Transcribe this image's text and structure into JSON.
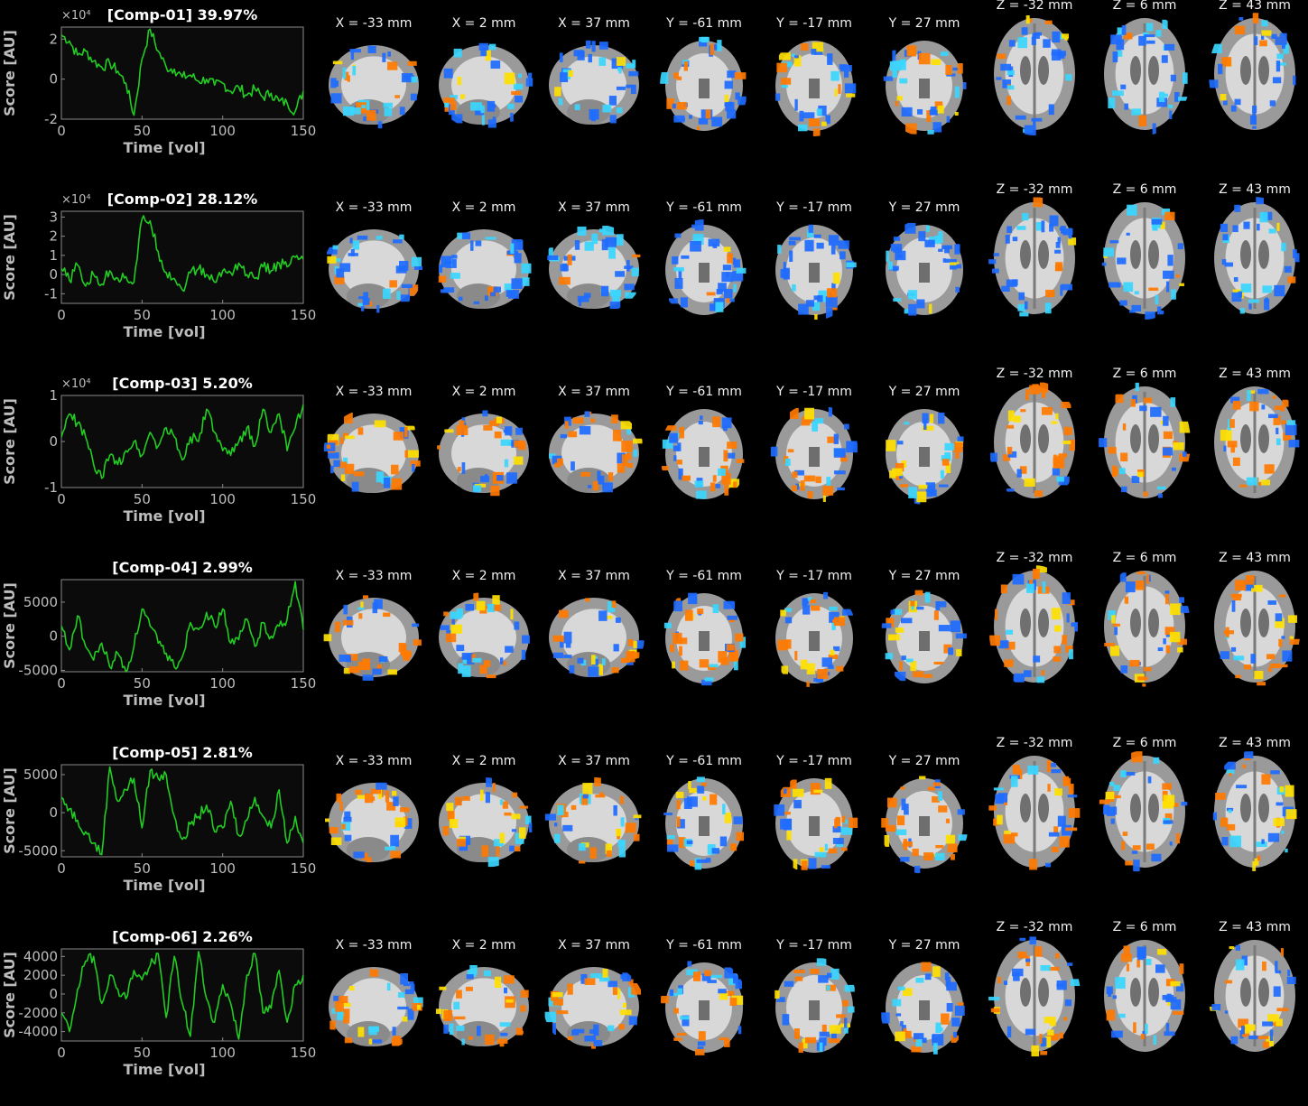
{
  "axis": {
    "xlabel": "Time [vol]",
    "ylabel": "Score [AU]",
    "xticks": [
      "0",
      "50",
      "100",
      "150"
    ],
    "xlim": [
      0,
      150
    ]
  },
  "slice_labels": [
    "X = -33 mm",
    "X = 2 mm",
    "X = 37 mm",
    "Y = -61 mm",
    "Y = -17 mm",
    "Y = 27 mm",
    "Z = -32 mm",
    "Z = 6 mm",
    "Z = 43 mm"
  ],
  "colors": {
    "line": "#22cc22",
    "positive": "#ff7a00",
    "positive_peak": "#ffe000",
    "negative": "#1e6bff",
    "negative_peak": "#3ad6ff",
    "plot_bg": "#0b0b0b"
  },
  "chart_data": [
    {
      "type": "line",
      "title": "[Comp-01] 39.97%",
      "multiplier": "×10⁴",
      "yticks": [
        "2",
        "0",
        "-2"
      ],
      "ylim": [
        -2,
        2.6
      ],
      "x": [
        0,
        5,
        10,
        15,
        20,
        25,
        30,
        35,
        40,
        45,
        50,
        55,
        60,
        65,
        70,
        75,
        80,
        85,
        90,
        95,
        100,
        105,
        110,
        115,
        120,
        125,
        130,
        135,
        140,
        145,
        150
      ],
      "values": [
        2.2,
        1.9,
        1.2,
        1.4,
        0.9,
        0.6,
        0.8,
        0.4,
        -0.2,
        -1.8,
        1.0,
        2.5,
        1.4,
        0.6,
        0.5,
        0.1,
        0.2,
        -0.1,
        0.0,
        -0.3,
        -0.2,
        -0.6,
        -0.4,
        -0.8,
        -0.5,
        -0.9,
        -0.7,
        -1.1,
        -1.2,
        -1.6,
        -0.6
      ]
    },
    {
      "type": "line",
      "title": "[Comp-02] 28.12%",
      "multiplier": "×10⁴",
      "yticks": [
        "3",
        "2",
        "1",
        "0",
        "-1"
      ],
      "ylim": [
        -1.5,
        3.3
      ],
      "x": [
        0,
        5,
        10,
        15,
        20,
        25,
        30,
        35,
        40,
        45,
        50,
        55,
        60,
        65,
        70,
        75,
        80,
        85,
        90,
        95,
        100,
        105,
        110,
        115,
        120,
        125,
        130,
        135,
        140,
        145,
        150
      ],
      "values": [
        0.3,
        -0.3,
        0.5,
        -0.6,
        0.0,
        -0.5,
        0.2,
        -0.2,
        -0.1,
        -0.4,
        2.9,
        2.8,
        1.2,
        0.1,
        -0.2,
        -0.8,
        0.1,
        0.3,
        0.0,
        -0.4,
        0.2,
        0.1,
        0.6,
        0.0,
        -0.2,
        0.4,
        0.2,
        0.6,
        0.4,
        0.9,
        0.8
      ]
    },
    {
      "type": "line",
      "title": "[Comp-03] 5.20%",
      "multiplier": "×10⁴",
      "yticks": [
        "1",
        "0",
        "-1"
      ],
      "ylim": [
        -1,
        1
      ],
      "x": [
        0,
        5,
        10,
        15,
        20,
        25,
        30,
        35,
        40,
        45,
        50,
        55,
        60,
        65,
        70,
        75,
        80,
        85,
        90,
        95,
        100,
        105,
        110,
        115,
        120,
        125,
        130,
        135,
        140,
        145,
        150
      ],
      "values": [
        0.1,
        0.6,
        0.4,
        0.1,
        -0.5,
        -0.8,
        -0.3,
        -0.5,
        -0.2,
        0.0,
        -0.3,
        0.2,
        -0.1,
        0.3,
        0.1,
        -0.4,
        0.1,
        0.0,
        0.7,
        0.2,
        -0.2,
        -0.3,
        0.0,
        0.3,
        -0.1,
        0.7,
        0.2,
        0.6,
        -0.2,
        0.3,
        0.8
      ]
    },
    {
      "type": "line",
      "title": "[Comp-04] 2.99%",
      "multiplier": "",
      "yticks": [
        "5000",
        "0",
        "-5000"
      ],
      "ylim": [
        -5200,
        8300
      ],
      "x": [
        0,
        5,
        10,
        15,
        20,
        25,
        30,
        35,
        40,
        45,
        50,
        55,
        60,
        65,
        70,
        75,
        80,
        85,
        90,
        95,
        100,
        105,
        110,
        115,
        120,
        125,
        130,
        135,
        140,
        145,
        150
      ],
      "values": [
        1500,
        -2000,
        3000,
        -1500,
        -3500,
        -1000,
        -4500,
        -2500,
        -5200,
        -1500,
        4000,
        1500,
        -1000,
        -2500,
        -4500,
        -3000,
        2000,
        1000,
        3500,
        1500,
        4000,
        -1000,
        -500,
        2500,
        -1500,
        2000,
        0,
        1500,
        2500,
        8000,
        1000
      ]
    },
    {
      "type": "line",
      "title": "[Comp-05] 2.81%",
      "multiplier": "",
      "yticks": [
        "5000",
        "0",
        "-5000"
      ],
      "ylim": [
        -5800,
        6300
      ],
      "x": [
        0,
        5,
        10,
        15,
        20,
        25,
        30,
        35,
        40,
        45,
        50,
        55,
        60,
        65,
        70,
        75,
        80,
        85,
        90,
        95,
        100,
        105,
        110,
        115,
        120,
        125,
        130,
        135,
        140,
        145,
        150
      ],
      "values": [
        2000,
        500,
        -1000,
        -2500,
        -4000,
        -5500,
        6000,
        1500,
        3000,
        4500,
        -2000,
        5500,
        4500,
        5000,
        -500,
        -3500,
        -1500,
        -500,
        1000,
        -2500,
        -2000,
        1500,
        -3000,
        -1000,
        2000,
        -500,
        -2000,
        3000,
        -4000,
        -500,
        -4000
      ]
    },
    {
      "type": "line",
      "title": "[Comp-06] 2.26%",
      "multiplier": "",
      "yticks": [
        "4000",
        "2000",
        "0",
        "-2000",
        "-4000"
      ],
      "ylim": [
        -5000,
        4800
      ],
      "x": [
        0,
        5,
        10,
        15,
        20,
        25,
        30,
        35,
        40,
        45,
        50,
        55,
        60,
        65,
        70,
        75,
        80,
        85,
        90,
        95,
        100,
        105,
        110,
        115,
        120,
        125,
        130,
        135,
        140,
        145,
        150
      ],
      "values": [
        -2000,
        -4000,
        500,
        3500,
        4000,
        -1000,
        2000,
        500,
        -500,
        2500,
        1500,
        3000,
        4300,
        -2500,
        4000,
        -1000,
        -4500,
        4500,
        -500,
        -3000,
        1000,
        -1000,
        -4800,
        2000,
        4300,
        -2000,
        -1500,
        2500,
        -3000,
        1000,
        2000
      ]
    }
  ]
}
